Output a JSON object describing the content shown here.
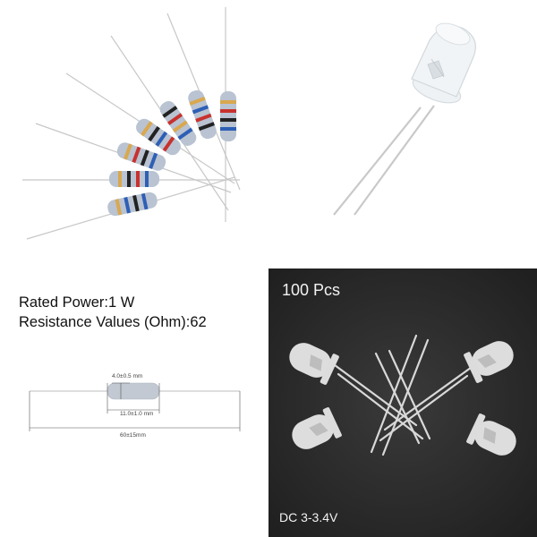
{
  "specs": {
    "rated_power": "Rated Power:1 W",
    "resistance": "Resistance Values (Ohm):62"
  },
  "dimensions": {
    "diameter": "4.0±0.5 mm",
    "body_length": "11.0±1.0 mm",
    "lead_length": "60±15mm"
  },
  "led_photo": {
    "count": "100 Pcs",
    "voltage": "DC 3-3.4V"
  },
  "colors": {
    "resistor_body": "#b9c3d1",
    "band_gold": "#d9a850",
    "band_blue": "#2e5fb5",
    "band_red": "#c8322e",
    "band_black": "#222222",
    "dark_background": "#2b2b2b"
  }
}
